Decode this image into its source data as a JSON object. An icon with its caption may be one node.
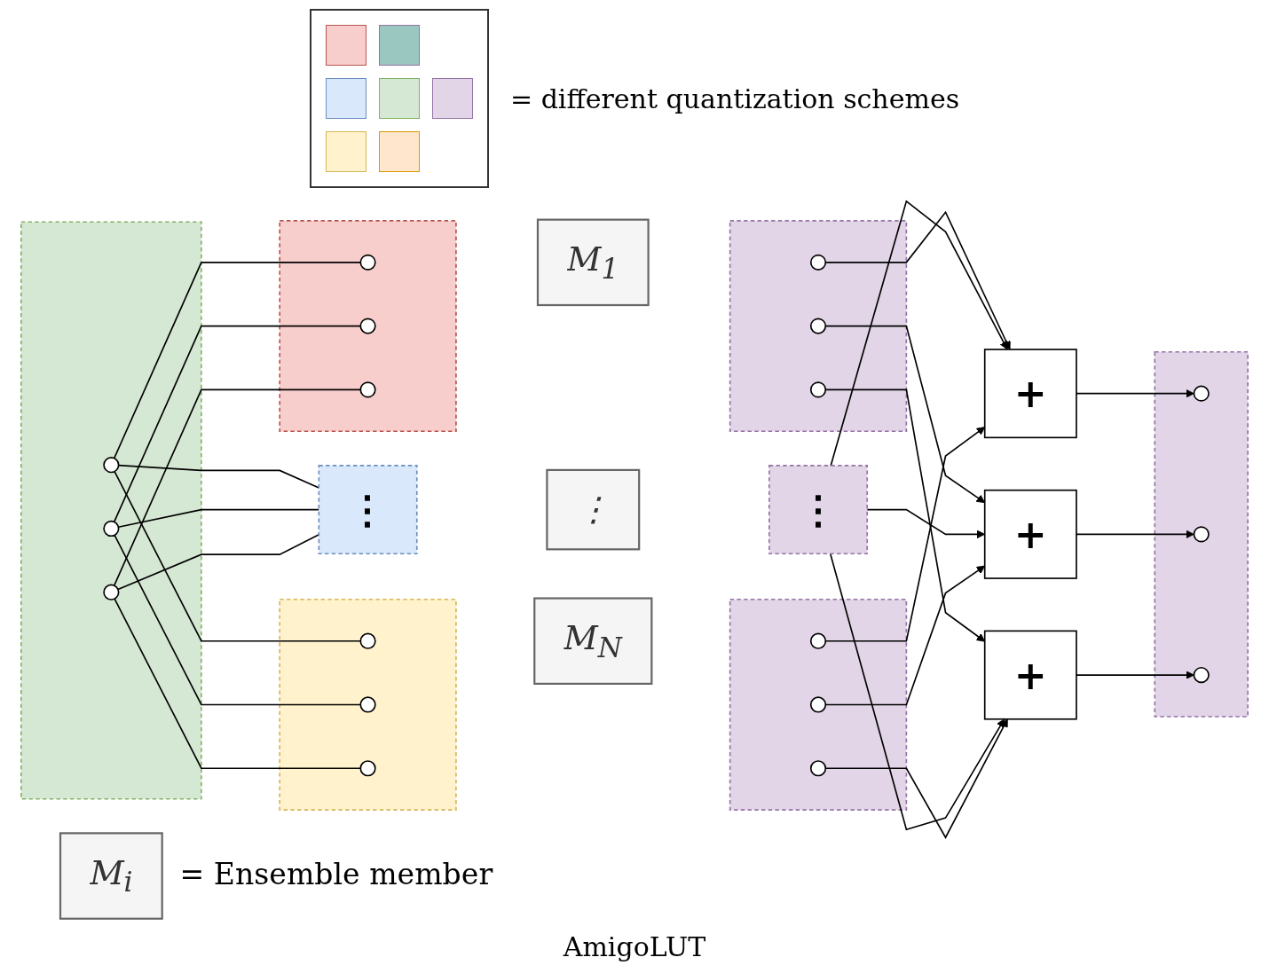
{
  "diagram": {
    "caption": "AmigoLUT",
    "nodes": [
      {
        "text": [
          "M$_{i}$"
        ],
        "beside": [
          "= Ensemble member"
        ]
      },
      {
        "text": [],
        "shape": "box"
      },
      {
        "text": [],
        "shape": "circle",
        "in": 1
      },
      {
        "text": [],
        "shape": "circle",
        "in": 1
      },
      {
        "text": [],
        "shape": "circle",
        "in": 1
      },
      {
        "text": [],
        "shape": "box"
      },
      {
        "text": [],
        "shape": "circle",
        "in": 5
      },
      {
        "text": [],
        "shape": "circle",
        "in": 5
      },
      {
        "text": [],
        "shape": "circle",
        "in": 5
      },
      {
        "text": [
          "M$_{1}$"
        ]
      },
      {
        "text": [],
        "shape": "box"
      },
      {
        "text": [],
        "shape": "circle",
        "in": 10
      },
      {
        "text": [],
        "shape": "circle",
        "in": 10
      },
      {
        "text": [],
        "shape": "circle",
        "in": 10
      },
      {
        "text": [
          "⋮"
        ]
      },
      {
        "text": [
          "⋮"
        ]
      },
      {
        "text": [
          "⋮"
        ]
      },
      {
        "text": [],
        "shape": "box"
      },
      {
        "text": [],
        "shape": "circle",
        "in": 17
      },
      {
        "text": [],
        "shape": "circle",
        "in": 17
      },
      {
        "text": [],
        "shape": "circle",
        "in": 17
      },
      {
        "text": [
          "M$_{N}$"
        ]
      },
      {
        "text": [],
        "shape": "box"
      },
      {
        "text": [],
        "shape": "circle",
        "in": 22
      },
      {
        "text": [],
        "shape": "circle",
        "in": 22
      },
      {
        "text": [],
        "shape": "circle",
        "in": 22
      },
      {
        "text": [
          "+"
        ]
      },
      {
        "text": [
          "+"
        ]
      },
      {
        "text": [
          "+"
        ]
      },
      {
        "text": [],
        "shape": "box"
      },
      {
        "text": [],
        "shape": "circle",
        "in": 29
      },
      {
        "text": [],
        "shape": "circle",
        "in": 29
      },
      {
        "text": [],
        "shape": "circle",
        "in": 29
      }
    ],
    "edges": [
      {
        "from": 2,
        "to": 6,
        "arrow": "none"
      },
      {
        "from": 2,
        "to": 14,
        "arrow": "none"
      },
      {
        "from": 2,
        "to": 18,
        "arrow": "none"
      },
      {
        "from": 3,
        "to": 7,
        "arrow": "none"
      },
      {
        "from": 3,
        "to": 14,
        "arrow": "none"
      },
      {
        "from": 3,
        "to": 19,
        "arrow": "none"
      },
      {
        "from": 4,
        "to": 8,
        "arrow": "none"
      },
      {
        "from": 4,
        "to": 14,
        "arrow": "none"
      },
      {
        "from": 4,
        "to": 20,
        "arrow": "none"
      },
      {
        "from": 11,
        "to": 26,
        "arrow": "to"
      },
      {
        "from": 16,
        "to": 26,
        "arrow": "to"
      },
      {
        "from": 23,
        "to": 26,
        "arrow": "to"
      },
      {
        "from": 12,
        "to": 27,
        "arrow": "to"
      },
      {
        "from": 16,
        "to": 27,
        "arrow": "to"
      },
      {
        "from": 24,
        "to": 27,
        "arrow": "to"
      },
      {
        "from": 13,
        "to": 28,
        "arrow": "to"
      },
      {
        "from": 16,
        "to": 28,
        "arrow": "to"
      },
      {
        "from": 25,
        "to": 28,
        "arrow": "to"
      },
      {
        "from": 26,
        "to": 30,
        "arrow": "to"
      },
      {
        "from": 27,
        "to": 31,
        "arrow": "to"
      },
      {
        "from": 28,
        "to": 32,
        "arrow": "to"
      }
    ],
    "legend": [
      {
        "text": "= different quantization schemes"
      }
    ]
  }
}
